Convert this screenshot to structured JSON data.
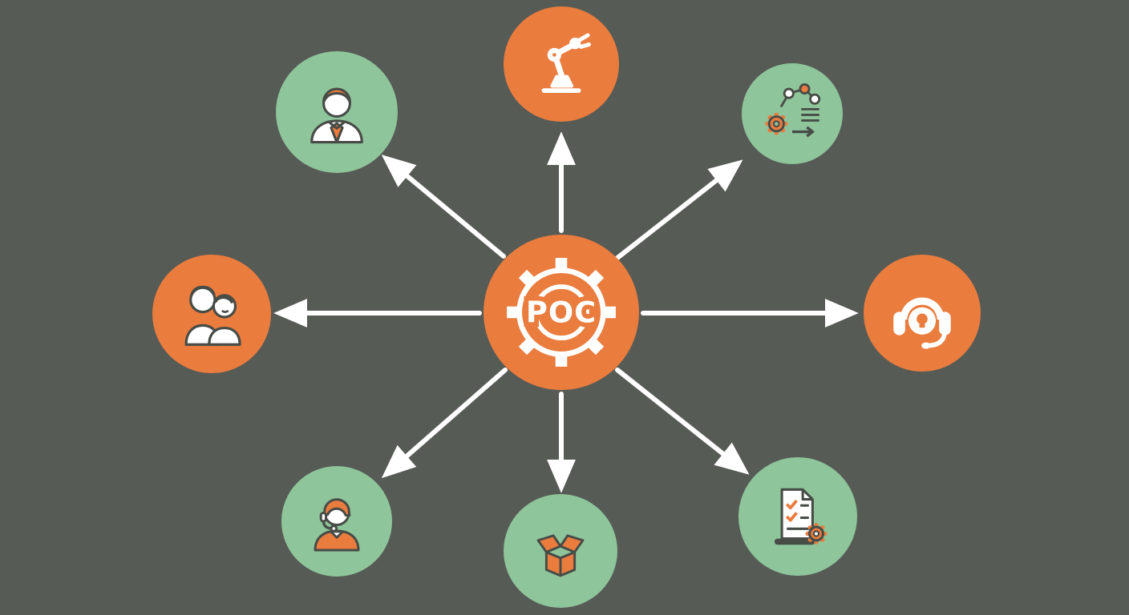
{
  "diagram": {
    "type": "hub-and-spoke",
    "center": {
      "label": "POC",
      "shape": "gear-circle",
      "color": "#ea7c3e"
    },
    "colors": {
      "background": "#565b56",
      "orange": "#ea7c3e",
      "green": "#8fc59b",
      "arrow": "#ffffff",
      "outline": "#474c47",
      "icon_white": "#ffffff"
    },
    "nodes": [
      {
        "id": "robotic-arm",
        "position": "top",
        "circle_color": "#ea7c3e",
        "icon": "robotic-arm-icon"
      },
      {
        "id": "businessman",
        "position": "top-left",
        "circle_color": "#8fc59b",
        "icon": "businessman-icon"
      },
      {
        "id": "process-workflow",
        "position": "top-right",
        "circle_color": "#8fc59b",
        "icon": "process-workflow-icon"
      },
      {
        "id": "team-people",
        "position": "left",
        "circle_color": "#ea7c3e",
        "icon": "two-people-icon"
      },
      {
        "id": "headset-support",
        "position": "right",
        "circle_color": "#ea7c3e",
        "icon": "headset-lightbulb-icon"
      },
      {
        "id": "support-agent",
        "position": "bottom-left",
        "circle_color": "#8fc59b",
        "icon": "support-agent-icon"
      },
      {
        "id": "open-box",
        "position": "bottom",
        "circle_color": "#8fc59b",
        "icon": "open-box-icon"
      },
      {
        "id": "checklist-gear",
        "position": "bottom-right",
        "circle_color": "#8fc59b",
        "icon": "checklist-gear-icon"
      }
    ],
    "arrows": {
      "count": 8,
      "style": "white outward arrows from center",
      "directions": [
        "up",
        "up-left",
        "up-right",
        "left",
        "right",
        "down-left",
        "down",
        "down-right"
      ]
    }
  }
}
